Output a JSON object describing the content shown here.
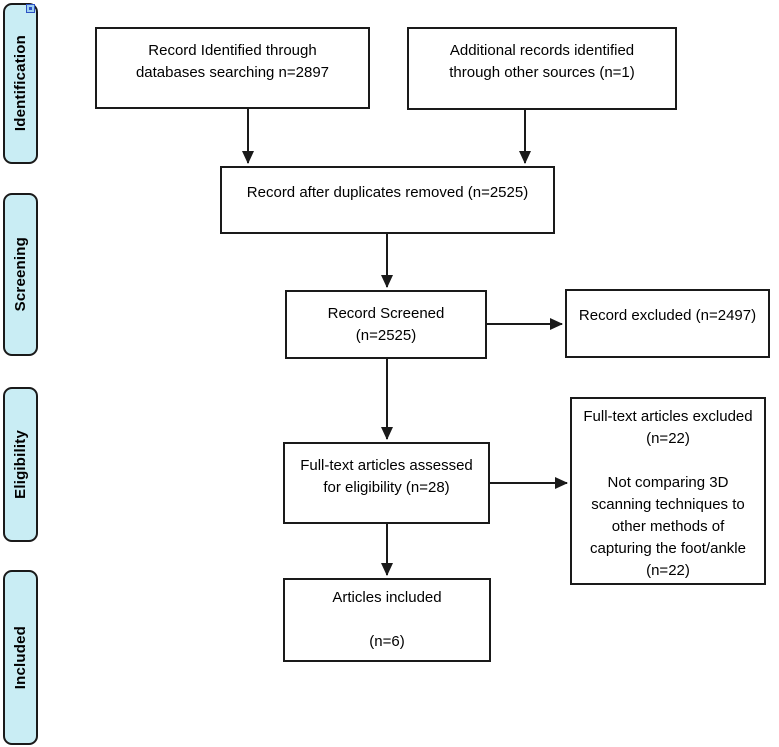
{
  "sidebar": {
    "stages": [
      {
        "label": "Identification"
      },
      {
        "label": "Screening"
      },
      {
        "label": "Eligibility"
      },
      {
        "label": "Included"
      }
    ]
  },
  "flow": {
    "db_search": {
      "text": "Record Identified through\ndatabases searching n=2897"
    },
    "other_sources": {
      "text": "Additional records identified\nthrough other sources (n=1)"
    },
    "after_duplicates": {
      "text": "Record after duplicates removed (n=2525)"
    },
    "screened": {
      "text": "Record Screened\n(n=2525)"
    },
    "excluded": {
      "text": "Record excluded (n=2497)"
    },
    "fulltext_assessed": {
      "text": "Full-text articles assessed\nfor eligibility (n=28)"
    },
    "fulltext_excluded": {
      "text": "Full-text articles excluded\n(n=22)\n\nNot comparing 3D\nscanning techniques to\nother methods of\ncapturing the foot/ankle\n(n=22)"
    },
    "articles_included": {
      "text": "Articles included\n\n(n=6)"
    }
  },
  "colors": {
    "stage_fill": "#c9edf4",
    "border": "#1a1a1a",
    "handle_border": "#2d52c4",
    "handle_fill": "#9fd0f0"
  }
}
